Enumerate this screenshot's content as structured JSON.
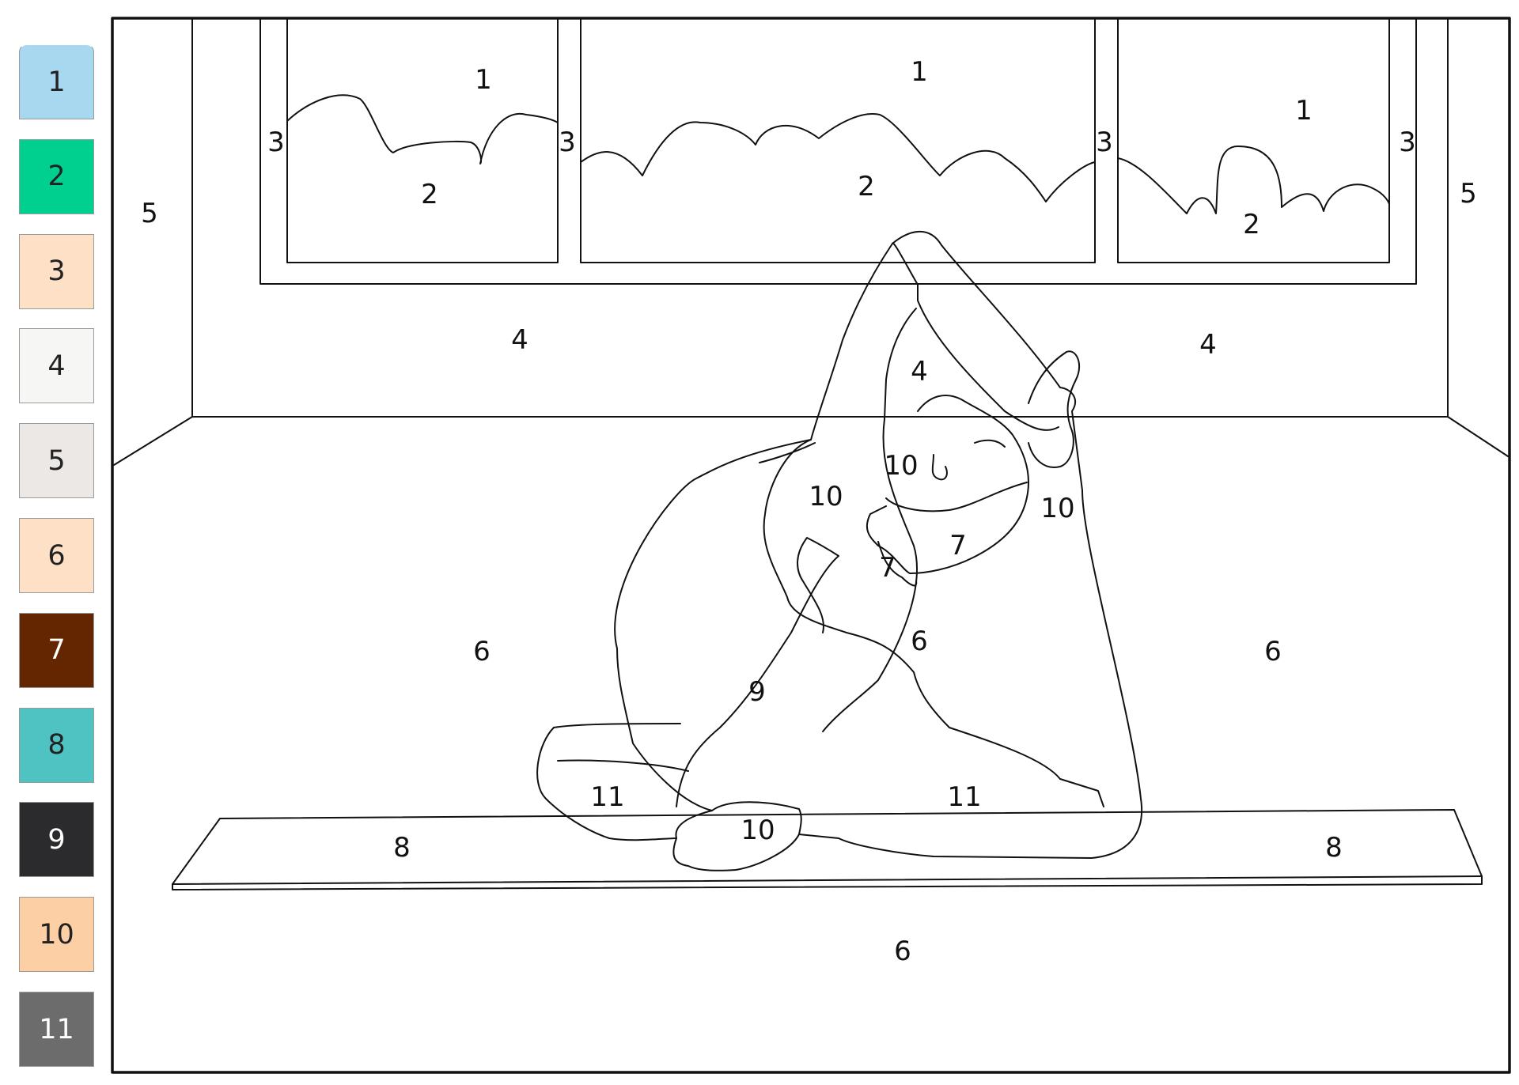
{
  "palette": {
    "swatches": [
      {
        "number": "1",
        "color": "#a8d8ef",
        "text_color": "#222222",
        "selected": true
      },
      {
        "number": "2",
        "color": "#00d08f",
        "text_color": "#222222",
        "selected": false
      },
      {
        "number": "3",
        "color": "#fee0c6",
        "text_color": "#222222",
        "selected": false
      },
      {
        "number": "4",
        "color": "#f6f6f4",
        "text_color": "#222222",
        "selected": false
      },
      {
        "number": "5",
        "color": "#ece8e6",
        "text_color": "#222222",
        "selected": false
      },
      {
        "number": "6",
        "color": "#fee0c6",
        "text_color": "#222222",
        "selected": false
      },
      {
        "number": "7",
        "color": "#642501",
        "text_color": "#ffffff",
        "selected": false
      },
      {
        "number": "8",
        "color": "#4ec3c2",
        "text_color": "#222222",
        "selected": false
      },
      {
        "number": "9",
        "color": "#2b2b2d",
        "text_color": "#ffffff",
        "selected": false
      },
      {
        "number": "10",
        "color": "#fdcfa5",
        "text_color": "#222222",
        "selected": false
      },
      {
        "number": "11",
        "color": "#6c6c6c",
        "text_color": "#ffffff",
        "selected": false
      }
    ]
  },
  "regions": {
    "sky_left": "1",
    "sky_middle": "1",
    "sky_right": "1",
    "hills_left": "2",
    "hills_middle": "2",
    "hills_right": "2",
    "frame_a": "3",
    "frame_b": "3",
    "frame_c": "3",
    "frame_d": "3",
    "wall_left": "4",
    "wall_right": "4",
    "wall_neck": "4",
    "side_wall_left": "5",
    "side_wall_right": "5",
    "floor_left": "6",
    "floor_right": "6",
    "floor_bottom": "6",
    "body_top": "6",
    "hair_main": "7",
    "hair_small": "7",
    "mat_left": "8",
    "mat_right": "8",
    "body_clothing": "9",
    "skin_arm": "10",
    "skin_face": "10",
    "skin_hand": "10",
    "skin_foot": "10",
    "legs_left": "11",
    "legs_right": "11"
  }
}
